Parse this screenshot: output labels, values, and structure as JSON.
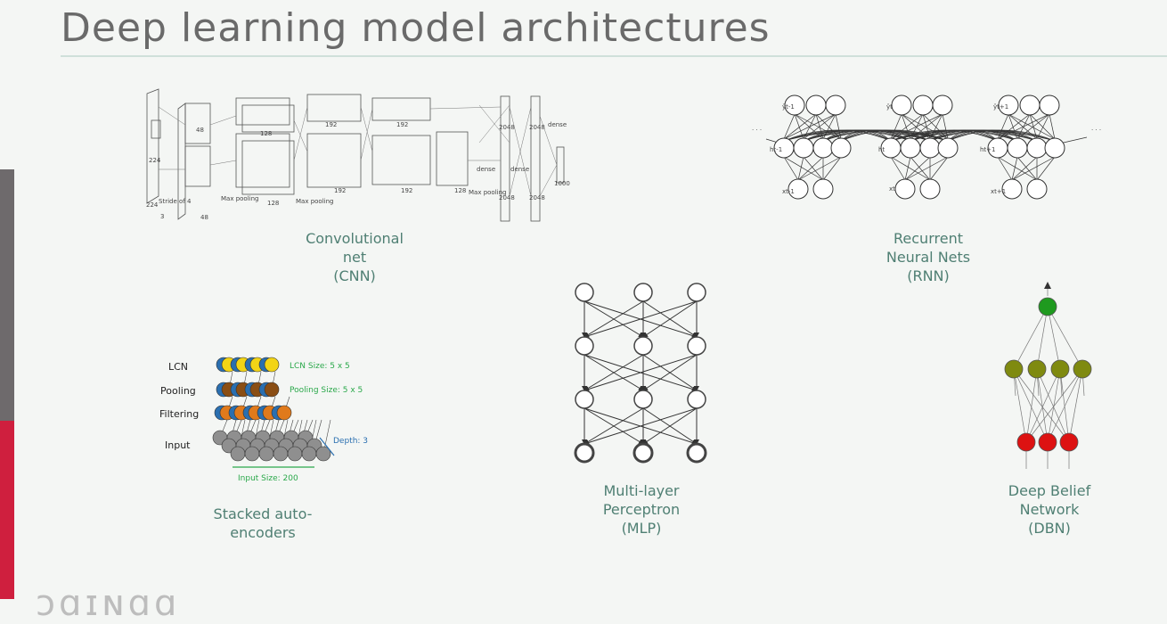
{
  "slide": {
    "title": "Deep learning model architectures",
    "footer_brand_partial": "ᴐɑɪɴɑɑ"
  },
  "captions": {
    "cnn": [
      "Convolutional",
      "net",
      "(CNN)"
    ],
    "rnn": [
      "Recurrent",
      "Neural Nets",
      "(RNN)"
    ],
    "mlp": [
      "Multi-layer",
      "Perceptron",
      "(MLP)"
    ],
    "sae": [
      "Stacked auto-",
      "encoders"
    ],
    "dbn": [
      "Deep Belief",
      "Network",
      "(DBN)"
    ]
  },
  "cnn_figure": {
    "labels": {
      "pool1": "Max\npooling",
      "pool2": "Max\npooling",
      "pool3": "Max\npooling",
      "dense1": "dense",
      "dense2": "dense",
      "dense3": "dense",
      "stride": "Stride\nof 4",
      "d224a": "224",
      "d224b": "224",
      "d3": "3",
      "d48a": "48",
      "d48b": "48",
      "d128a": "128",
      "d128b": "128",
      "d192a": "192",
      "d192b": "192",
      "d192c": "192",
      "d192d": "192",
      "d128c": "128",
      "d2048a": "2048",
      "d2048b": "2048",
      "d2048c": "2048",
      "d2048d": "2048",
      "d1000": "1000"
    }
  },
  "rnn_figure": {
    "outputs": [
      "ŷt-1",
      "ŷt",
      "ŷt+1"
    ],
    "hidden": [
      "ht-1",
      "ht",
      "ht+1"
    ],
    "inputs": [
      "xt-1",
      "xt",
      "xt+1"
    ],
    "ellipsis_left": "· · ·",
    "ellipsis_right": "· · ·"
  },
  "sae_figure": {
    "layers": [
      "LCN",
      "Pooling",
      "Filtering",
      "Input"
    ],
    "annotations": {
      "lcn_size": "LCN Size: 5 x 5",
      "pooling_size": "Pooling Size: 5 x 5",
      "depth": "Depth: 3",
      "input_size": "Input Size: 200"
    },
    "colors": {
      "lcn": "#f2d416",
      "pooling": "#8a4e14",
      "filtering": "#e07a1c",
      "input": "#8f8f8f",
      "accent_blue": "#2a6fb0",
      "accent_green": "#2aa84a"
    }
  },
  "dbn_figure": {
    "colors": {
      "top": "#1f9a1f",
      "hidden": "#7f8a10",
      "visible": "#dd1212"
    }
  }
}
